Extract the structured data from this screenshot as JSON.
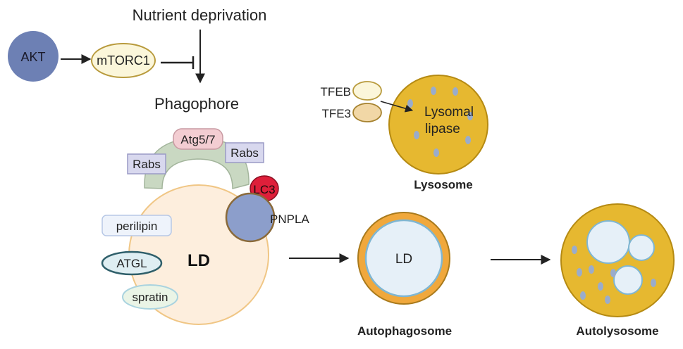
{
  "signaling": {
    "akt": "AKT",
    "mtorc1": "mTORC1",
    "nutrient_deprivation": "Nutrient deprivation",
    "phagophore": "Phagophore"
  },
  "phagophore_cup": {
    "atg": "Atg5/7",
    "rabs_left": "Rabs",
    "rabs_right": "Rabs",
    "lc3": "LC3",
    "pnpla": "PNPLA"
  },
  "lipid_droplet": {
    "label": "LD",
    "proteins": [
      "perilipin",
      "ATGL",
      "spratin"
    ]
  },
  "lysosome": {
    "tfeb": "TFEB",
    "tfe3": "TFE3",
    "lipase_line1": "Lysomal",
    "lipase_line2": "lipase",
    "caption": "Lysosome"
  },
  "autophagosome": {
    "inner": "LD",
    "caption": "Autophagosome"
  },
  "autolysosome": {
    "caption": "Autolysosome"
  },
  "colors": {
    "akt": "#6d80b4",
    "mtorc1_fill": "#fbf6da",
    "mtorc1_stroke": "#b89a3c",
    "lysosome": "#e6b830",
    "lysosome_stroke": "#b58a12",
    "vesicle": "#9aaccb",
    "ld_fill": "#fdeedd",
    "ld_stroke": "#f0c685",
    "cup": "#c9d8c2",
    "rabs": "#d8d8ee",
    "atg": "#f3cdd2",
    "lc3": "#de1f3a",
    "pnpla": "#8c9ecb",
    "membrane_blue": "#e6f0f8",
    "membrane_orange": "#f0a83c"
  }
}
